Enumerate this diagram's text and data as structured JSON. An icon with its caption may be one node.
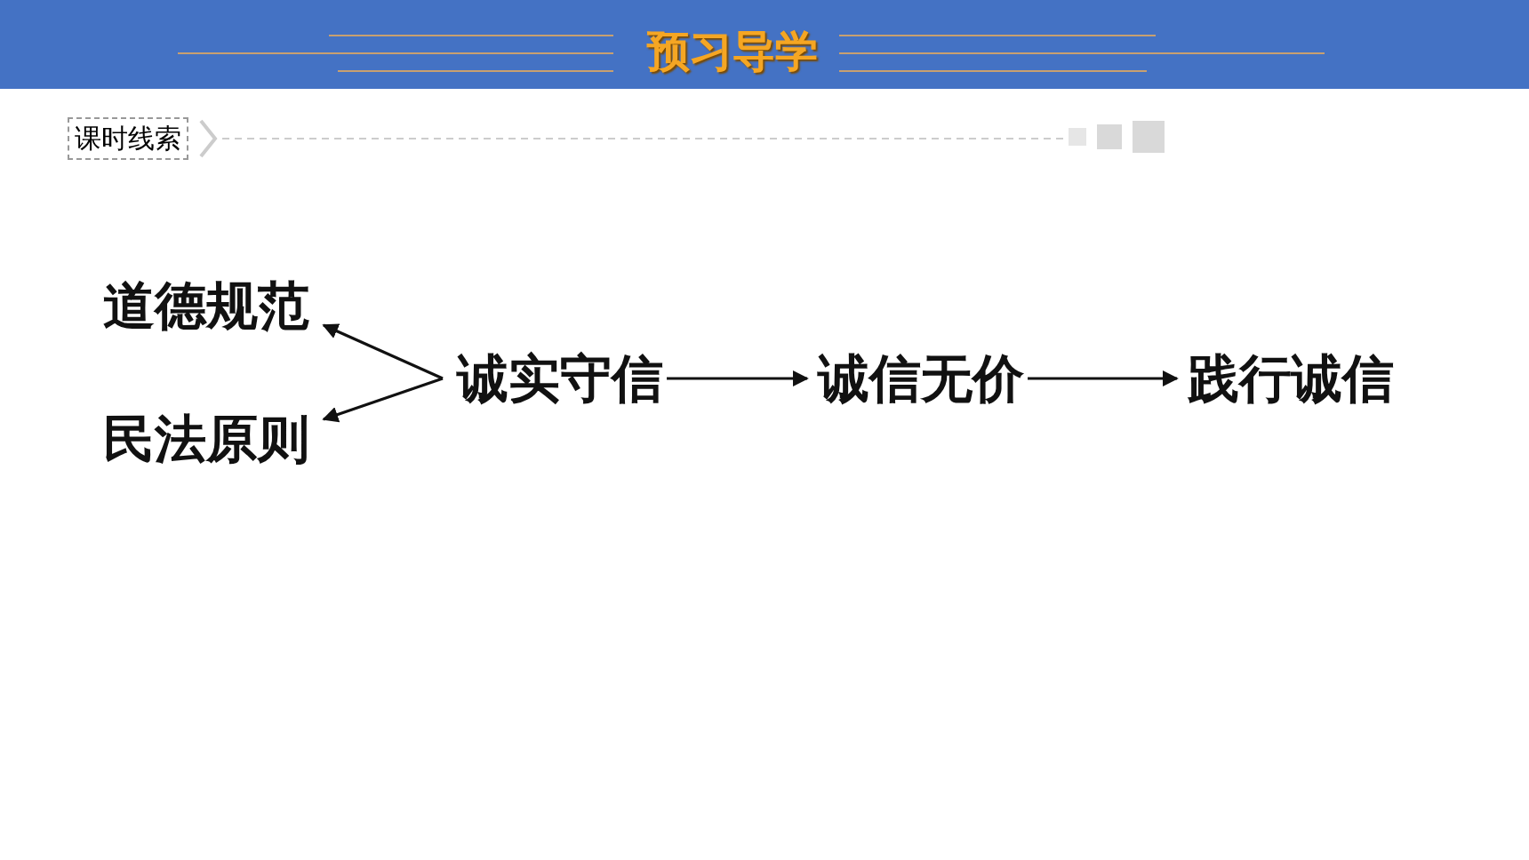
{
  "diagram": {
    "title": "预习导学",
    "nodes": [
      {
        "text": [
          "道德规范"
        ]
      },
      {
        "text": [
          "民法原则"
        ]
      },
      {
        "text": [
          "诚实守信"
        ]
      },
      {
        "text": [
          "诚信无价"
        ]
      },
      {
        "text": [
          "践行诚信"
        ]
      }
    ],
    "edges": [
      {
        "from": 2,
        "to": 0,
        "arrow": "to"
      },
      {
        "from": 2,
        "to": 1,
        "arrow": "to"
      },
      {
        "from": 2,
        "to": 3,
        "arrow": "to"
      },
      {
        "from": 3,
        "to": 4,
        "arrow": "to"
      }
    ],
    "labels": [
      "课时线索"
    ]
  }
}
